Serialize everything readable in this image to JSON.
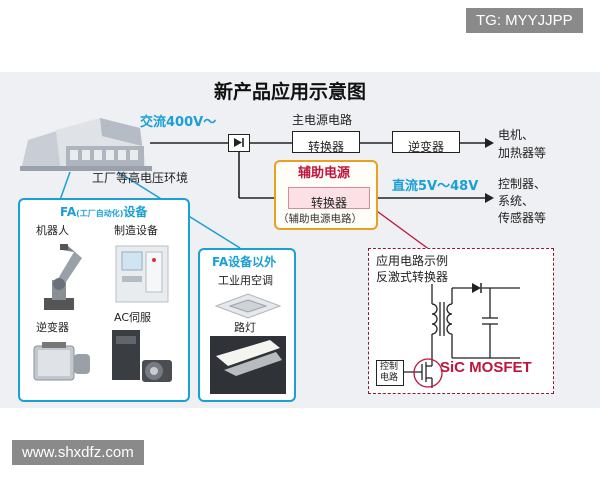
{
  "watermark_top": "TG: MYYJJPP",
  "watermark_bottom": "www.shxdfz.com",
  "title": "新产品应用示意图",
  "factory_label": "工厂等高电压环境",
  "ac_label": "交流400V～",
  "main_circuit": {
    "label": "主电源电路",
    "converter": "转换器",
    "inverter": "逆变器",
    "outputs": [
      "电机、",
      "加热器等"
    ]
  },
  "aux_circuit": {
    "label": "辅助电源",
    "converter": "转换器",
    "sub_label": "（辅助电源电路）",
    "dc_label": "直流5V～48V",
    "outputs": [
      "控制器、",
      "系统、",
      "传感器等"
    ]
  },
  "fa_equipment": {
    "title_main": "FA",
    "title_sub": "(工厂自动化)",
    "title_tail": "设备",
    "items": [
      "机器人",
      "制造设备",
      "逆变器",
      "AC伺服"
    ]
  },
  "non_fa": {
    "title": "FA设备以外",
    "items": [
      "工业用空调",
      "路灯"
    ]
  },
  "example": {
    "line1": "应用电路示例",
    "line2": "反激式转换器",
    "control_line1": "控制",
    "control_line2": "电路",
    "device": "SiC MOSFET"
  },
  "colors": {
    "accent_blue": "#1a9fd6",
    "accent_orange": "#e8a020",
    "pink_box": "#fbe0e6",
    "crimson": "#c0143c",
    "dark_red": "#8c1c2c"
  }
}
